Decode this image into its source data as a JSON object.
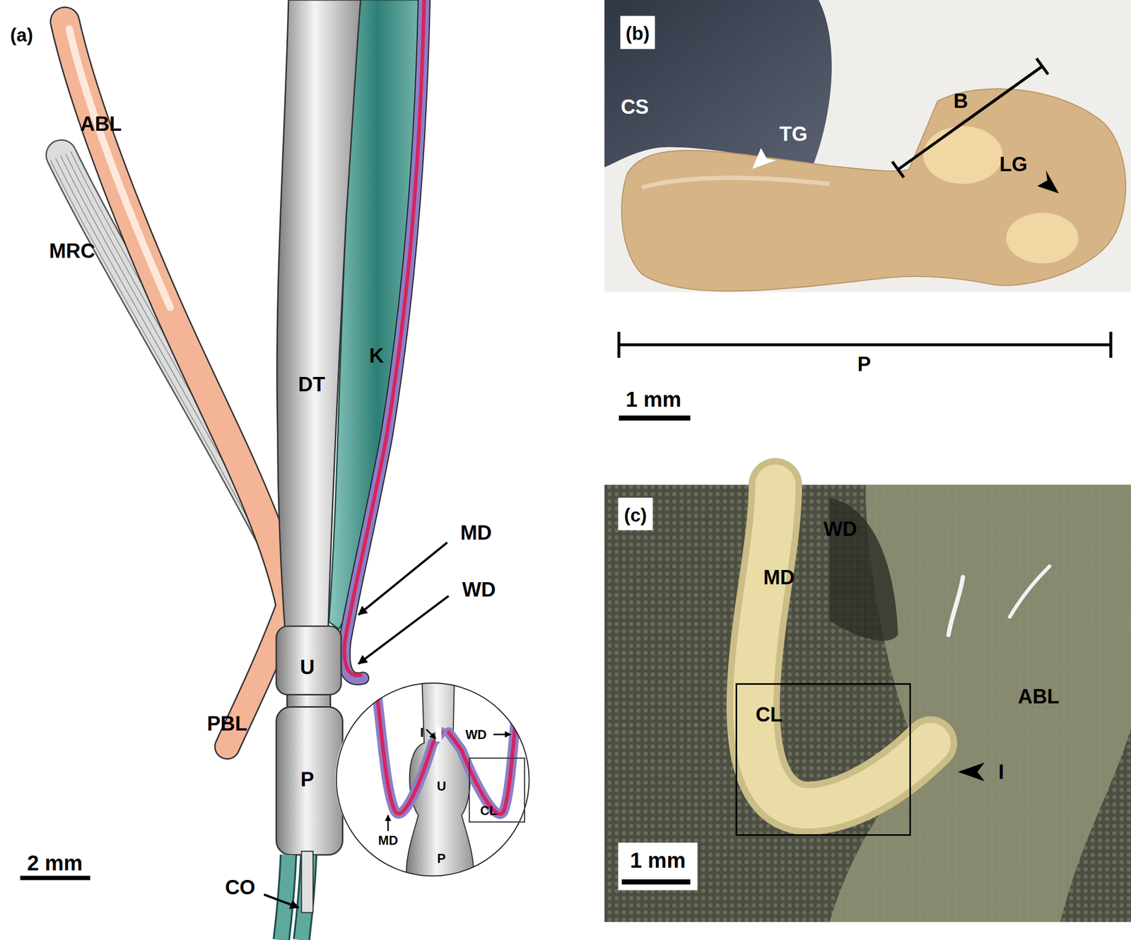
{
  "diagram": {
    "nodes": [
      {
        "text": [
          "I",
          "WD",
          "U",
          "MD",
          "P"
        ]
      },
      {
        "text": [
          "CL"
        ],
        "in": 0
      },
      {
        "text": [
          "CL"
        ]
      }
    ],
    "labels": [
      "(a)",
      "ABL",
      "MRC",
      "DT",
      "K",
      "MD",
      "WD",
      "U",
      "PBL",
      "P",
      "CO",
      "2 mm",
      "(b)",
      "CS",
      "TG",
      "B",
      "LG",
      "P",
      "1 mm",
      "(c)",
      "WD",
      "MD",
      "ABL",
      "I",
      "1 mm"
    ]
  }
}
